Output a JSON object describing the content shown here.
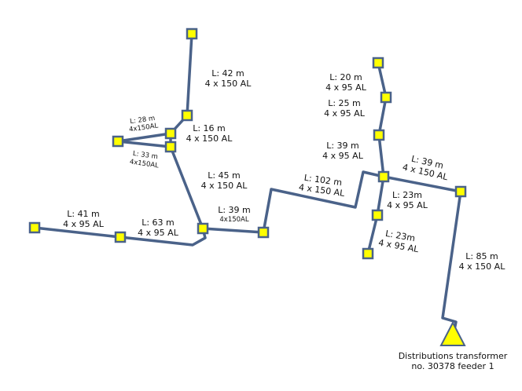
{
  "colors": {
    "wire": "#4a6289",
    "node_fill": "#ffff00",
    "background": "#ffffff"
  },
  "icons": {
    "node": "yellow-square-node",
    "transformer": "yellow-triangle-transformer"
  },
  "segments": {
    "s1": {
      "length": "L: 42 m",
      "cable": "4 x 150 AL"
    },
    "s2": {
      "length": "L: 28 m",
      "cable": "4x150AL"
    },
    "s3": {
      "length": "L: 16 m",
      "cable": "4 x 150 AL"
    },
    "s4": {
      "length": "L: 33 m",
      "cable": "4x150AL"
    },
    "s5": {
      "length": "L: 45 m",
      "cable": "4 x 150 AL"
    },
    "s6": {
      "length": "L: 41 m",
      "cable": "4 x 95 AL"
    },
    "s7": {
      "length": "L: 63 m",
      "cable": "4 x 95 AL"
    },
    "s8": {
      "length": "L: 39 m",
      "cable": "4x150AL"
    },
    "s9": {
      "length": "L: 102 m",
      "cable": "4 x 150 AL"
    },
    "s10": {
      "length": "L: 20 m",
      "cable": "4 x 95 AL"
    },
    "s11": {
      "length": "L: 25 m",
      "cable": "4 x 95 AL"
    },
    "s12": {
      "length": "L: 39 m",
      "cable": "4 x 95 AL"
    },
    "s13": {
      "length": "L: 39 m",
      "cable": "4 x 150 AL"
    },
    "s14": {
      "length": "L: 23m",
      "cable": "4 x 95 AL"
    },
    "s15": {
      "length": "L: 23m",
      "cable": "4 x 95 AL"
    },
    "s16": {
      "length": "L: 85 m",
      "cable": "4 x 150 AL"
    }
  },
  "transformer": {
    "line1": "Distributions transformer",
    "line2": "no. 30378 feeder 1"
  }
}
